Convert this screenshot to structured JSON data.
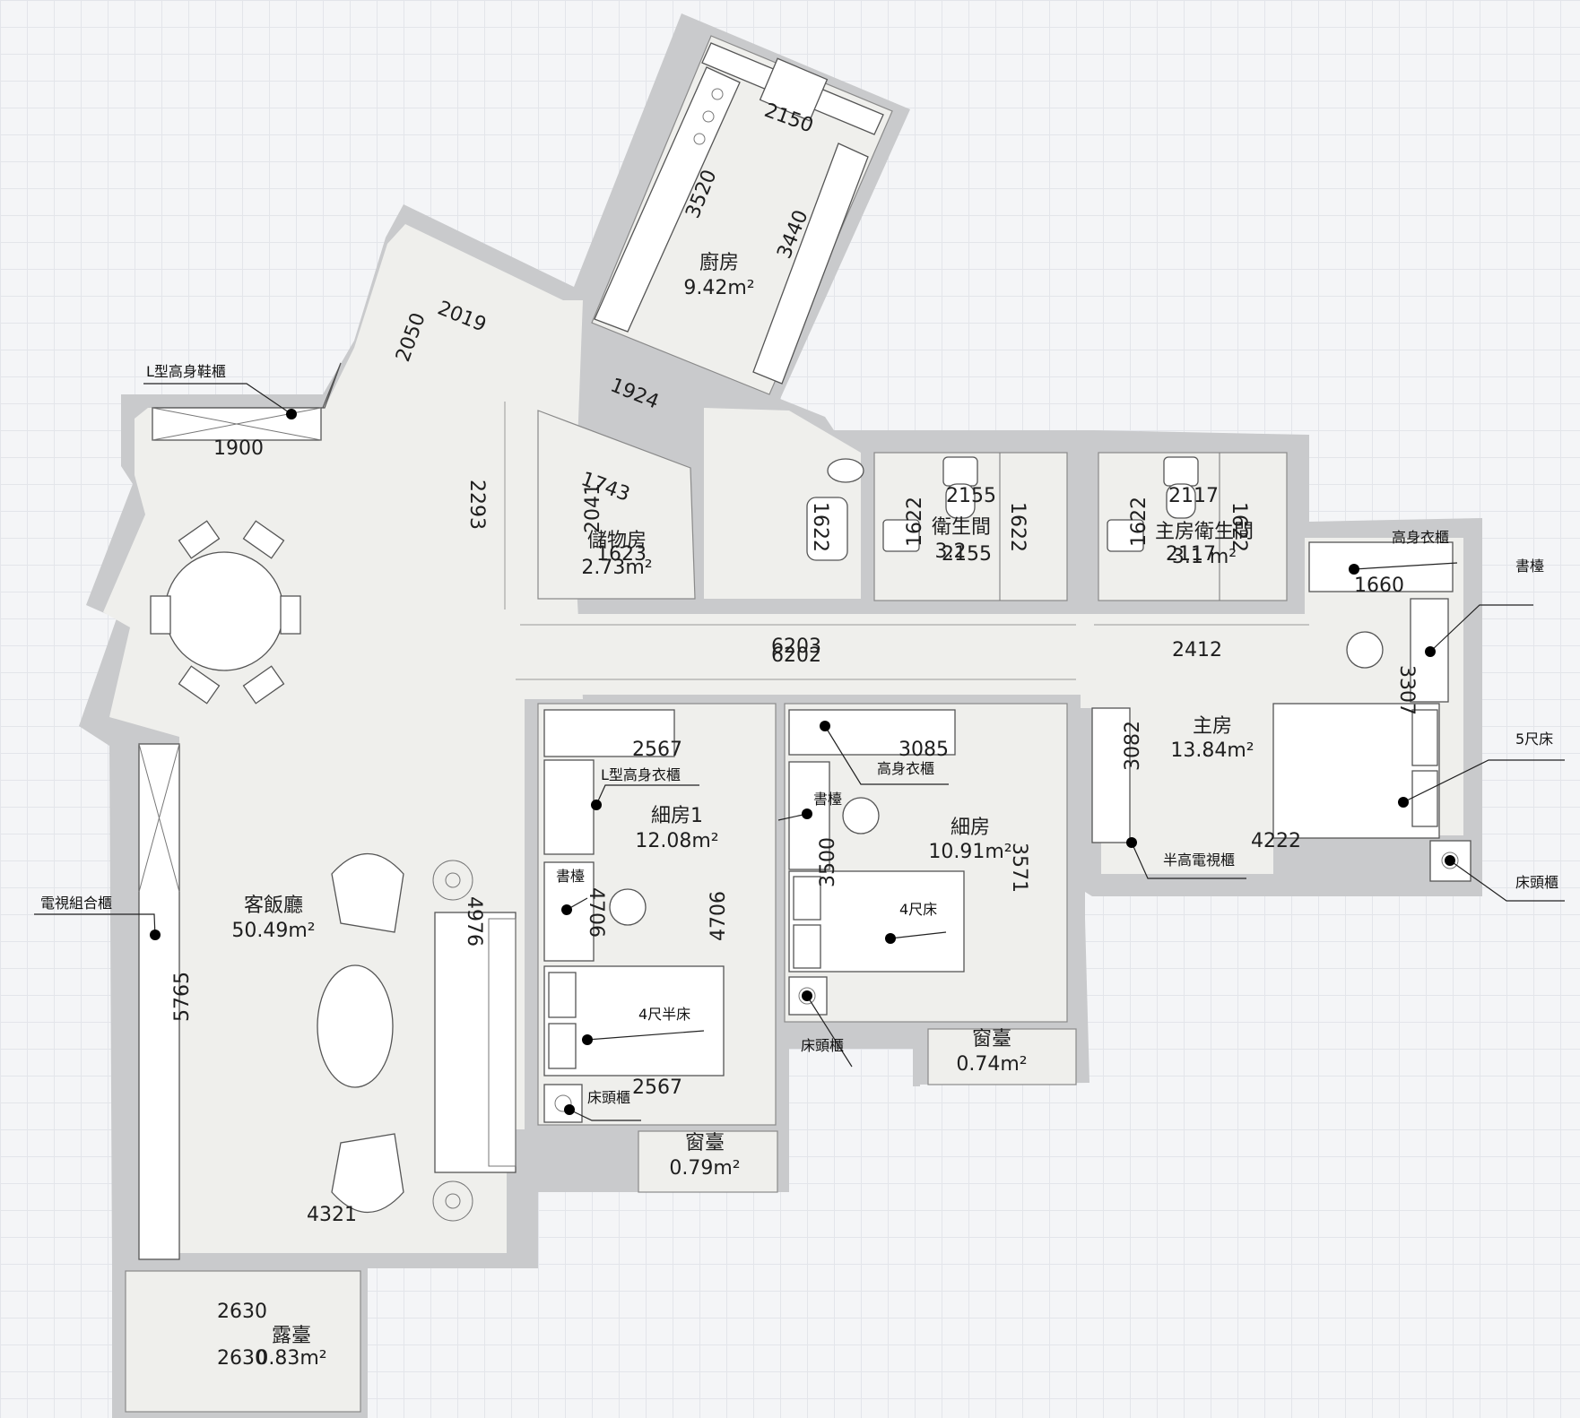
{
  "rooms": {
    "living_dining": {
      "name": "客飯廳",
      "area": "50.49m²"
    },
    "kitchen": {
      "name": "廚房",
      "area": "9.42m²"
    },
    "storage": {
      "name": "儲物房",
      "area": "2.73m²"
    },
    "bathroom": {
      "name": "衛生間",
      "area": "3.2"
    },
    "master_bathroom": {
      "name": "主房衛生間",
      "area": "3.1 m²"
    },
    "master_bedroom": {
      "name": "主房",
      "area": "13.84m²"
    },
    "bedroom1": {
      "name": "細房1",
      "area": "12.08m²"
    },
    "bedroom2": {
      "name": "細房",
      "area": "10.91m²"
    },
    "bay_window1": {
      "name": "窗臺",
      "area": "0.79m²"
    },
    "bay_window2": {
      "name": "窗臺",
      "area": "0.74m²"
    },
    "balcony": {
      "name": "露臺",
      "area": "0.83m²"
    }
  },
  "dimensions": {
    "kitchen_top": "2150",
    "kitchen_left": "3520",
    "kitchen_right": "3440",
    "entry_2019": "2019",
    "entry_2050": "2050",
    "door_1924": "1924",
    "shoe_1900": "1900",
    "living_2293": "2293",
    "storage_1743": "1743",
    "storage_2041": "2041",
    "storage_1623": "1623",
    "wc_1622a": "1622",
    "bath_2155": "2155",
    "bath_1622b": "1622",
    "bath_1622c": "1622",
    "bath_2155b": "2155",
    "mbath_2117": "2117",
    "mbath_1622a": "1622",
    "mbath_1622b": "1622",
    "mbath_2117b": "2117",
    "corridor_6203": "6203",
    "corridor_6202": "6202",
    "master_2412": "2412",
    "master_1660": "1660",
    "master_3307": "3307",
    "master_3082": "3082",
    "master_4222": "4222",
    "br1_2567": "2567",
    "br1_4706a": "4706",
    "br1_4706b": "4706",
    "br1_2567b": "2567",
    "br2_3085": "3085",
    "br2_3500": "3500",
    "br2_3571": "3571",
    "living_4976": "4976",
    "living_5765": "5765",
    "living_4321": "4321",
    "balcony_2630a": "2630",
    "balcony_2630b": "2630"
  },
  "callouts": {
    "shoe_cabinet": "L型高身鞋櫃",
    "tv_unit": "電視組合櫃",
    "tall_wardrobe_master": "高身衣櫃",
    "desk_master": "書檯",
    "bed_5ft": "5尺床",
    "half_tv_cabinet": "半高電視櫃",
    "bedside_master": "床頭櫃",
    "l_wardrobe": "L型高身衣櫃",
    "desk_br1": "書檯",
    "bed_4_5ft": "4尺半床",
    "bedside_br1": "床頭櫃",
    "tall_wardrobe_br2": "高身衣櫃",
    "desk_br2": "書檯",
    "bed_4ft": "4尺床",
    "bedside_br2": "床頭櫃"
  }
}
